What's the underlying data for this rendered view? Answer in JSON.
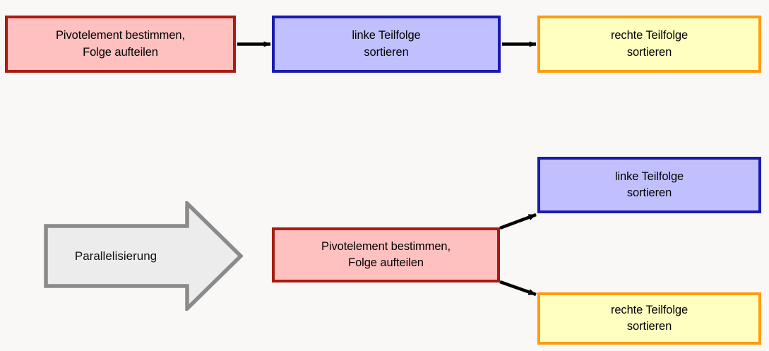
{
  "diagram": {
    "background_color": "#f9f8f7",
    "title_text": "",
    "sequential_row": {
      "nodes": [
        {
          "id": "seq-pivot",
          "label": "Pivotelement bestimmen,\nFolge aufteilen",
          "fill": "#ffc0c0",
          "stroke": "#a81c12"
        },
        {
          "id": "seq-left",
          "label": "linke Teilfolge\nsortieren",
          "fill": "#c0c0ff",
          "stroke": "#1a1ab0"
        },
        {
          "id": "seq-right",
          "label": "rechte Teilfolge\nsortieren",
          "fill": "#ffffbf",
          "stroke": "#ff9b10"
        }
      ]
    },
    "transform": {
      "label": "Parallelisierung",
      "fill": "#ececec",
      "stroke": "#8a8a8a"
    },
    "parallel_row": {
      "nodes": [
        {
          "id": "par-pivot",
          "label": "Pivotelement bestimmen,\nFolge aufteilen",
          "fill": "#ffc0c0",
          "stroke": "#a81c12"
        },
        {
          "id": "par-left",
          "label": "linke Teilfolge\nsortieren",
          "fill": "#c0c0ff",
          "stroke": "#1a1ab0"
        },
        {
          "id": "par-right",
          "label": "rechte Teilfolge\nsortieren",
          "fill": "#ffffbf",
          "stroke": "#ff9b10"
        }
      ]
    },
    "connector_color": "#000000"
  }
}
